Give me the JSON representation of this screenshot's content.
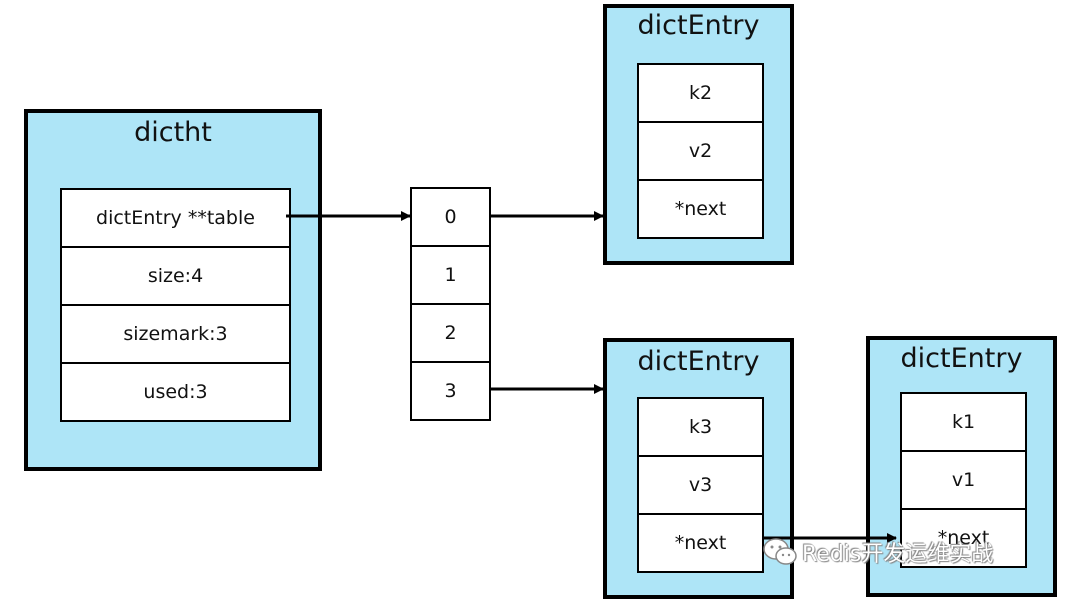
{
  "dictht": {
    "title": "dictht",
    "fields": [
      "dictEntry **table",
      "size:4",
      "sizemark:3",
      "used:3"
    ]
  },
  "table": {
    "slots": [
      "0",
      "1",
      "2",
      "3"
    ]
  },
  "entries": [
    {
      "title": "dictEntry",
      "key": "k2",
      "value": "v2",
      "next": "*next"
    },
    {
      "title": "dictEntry",
      "key": "k3",
      "value": "v3",
      "next": "*next"
    },
    {
      "title": "dictEntry",
      "key": "k1",
      "value": "v1",
      "next": "*next"
    }
  ],
  "watermark": {
    "text": "Redis开发运维实战",
    "icon": "wechat-icon"
  },
  "colors": {
    "struct_fill": "#aee5f7",
    "border": "#000000"
  }
}
